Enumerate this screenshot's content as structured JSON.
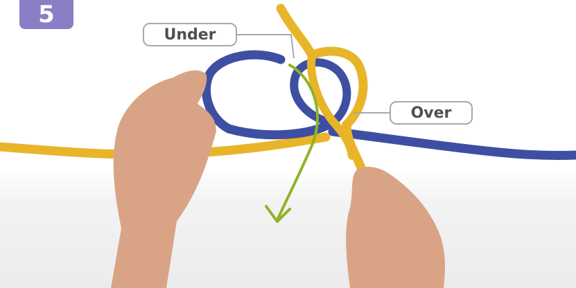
{
  "step": {
    "number": "5",
    "color": "#8a7fc6"
  },
  "callouts": {
    "under": "Under",
    "over": "Over"
  },
  "colors": {
    "rope_yellow": "#e8b52a",
    "rope_blue": "#3e4fa3",
    "arrow_green": "#8fb327",
    "callout_border": "#a8a8a8",
    "callout_text": "#505050",
    "skin": "#d9a486"
  }
}
